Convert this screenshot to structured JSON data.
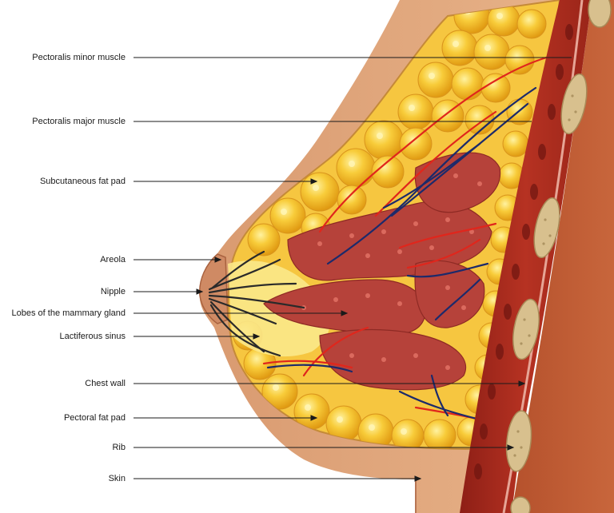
{
  "diagram": {
    "colors": {
      "skin": "#e3a87c",
      "skin_shadow": "#c8855a",
      "fat": "#f5c12e",
      "fat_highlight": "#fff08a",
      "gland": "#b8403a",
      "muscle": "#a52a1e",
      "rib": "#d9c08f",
      "artery": "#e0261c",
      "vein": "#1c2a6b",
      "leader_line": "#1a1a1a"
    },
    "labels": [
      {
        "id": "pectoralis-minor-muscle",
        "text": "Pectoralis minor muscle"
      },
      {
        "id": "pectoralis-major-muscle",
        "text": "Pectoralis major muscle"
      },
      {
        "id": "subcutaneous-fat-pad",
        "text": "Subcutaneous fat pad"
      },
      {
        "id": "areola",
        "text": "Areola"
      },
      {
        "id": "nipple",
        "text": "Nipple"
      },
      {
        "id": "lobes-of-the-mammary-gland",
        "text": "Lobes of the mammary gland"
      },
      {
        "id": "lactiferous-sinus",
        "text": "Lactiferous sinus"
      },
      {
        "id": "chest-wall",
        "text": "Chest wall"
      },
      {
        "id": "pectoral-fat-pad",
        "text": "Pectoral fat pad"
      },
      {
        "id": "rib",
        "text": "Rib"
      },
      {
        "id": "skin",
        "text": "Skin"
      }
    ]
  }
}
